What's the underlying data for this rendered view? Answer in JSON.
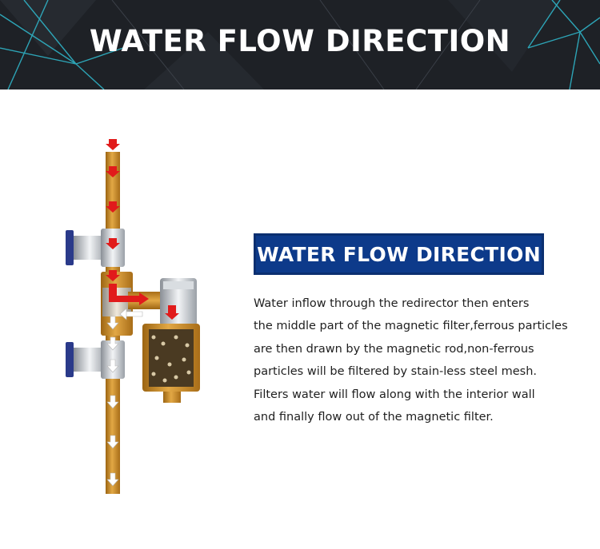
{
  "header": {
    "title": "WATER FLOW DIRECTION"
  },
  "section": {
    "badge_label": "WATER FLOW DIRECTION",
    "description_lines": [
      "Water inflow through the redirector then enters",
      "the middle part of the magnetic filter,ferrous particles",
      "are then drawn by the magnetic rod,non-ferrous",
      "particles will be filtered by stain-less steel mesh.",
      "Filters water will flow along with the interior wall",
      "and finally flow out of the magnetic filter."
    ]
  },
  "colors": {
    "header_bg": "#1e2126",
    "header_lines": "#2fb3c6",
    "badge_bg": "#0d3a8a",
    "pipe_brass": "#c98a22",
    "arrow_in": "#e11b1b",
    "arrow_out": "#ffffff"
  },
  "icons": [
    "water-flow-diagram-icon",
    "red-inflow-arrow-icon",
    "white-outflow-arrow-icon"
  ]
}
